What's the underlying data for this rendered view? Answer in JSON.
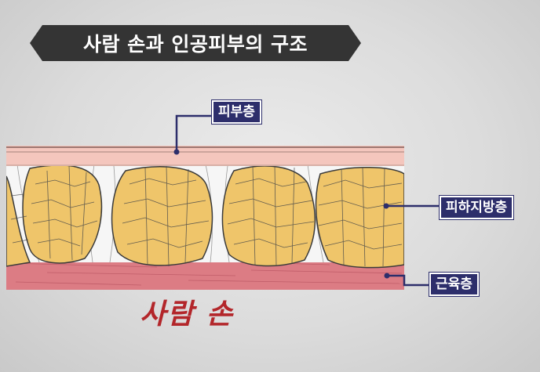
{
  "title": "사람 손과 인공피부의 구조",
  "labels": {
    "skin_layer": "피부층",
    "subcutaneous_fat": "피하지방층",
    "muscle_layer": "근육층"
  },
  "caption": "사람 손",
  "colors": {
    "title_banner": "#343434",
    "label_box": "#2d2e6b",
    "skin": "#f4c6bd",
    "fat": "#efc56a",
    "fat_outline": "#3a3a3a",
    "septa": "#f6f6f6",
    "muscle": "#dc7c84",
    "caption": "#b3262a",
    "leader_line": "#2d2e6b"
  }
}
